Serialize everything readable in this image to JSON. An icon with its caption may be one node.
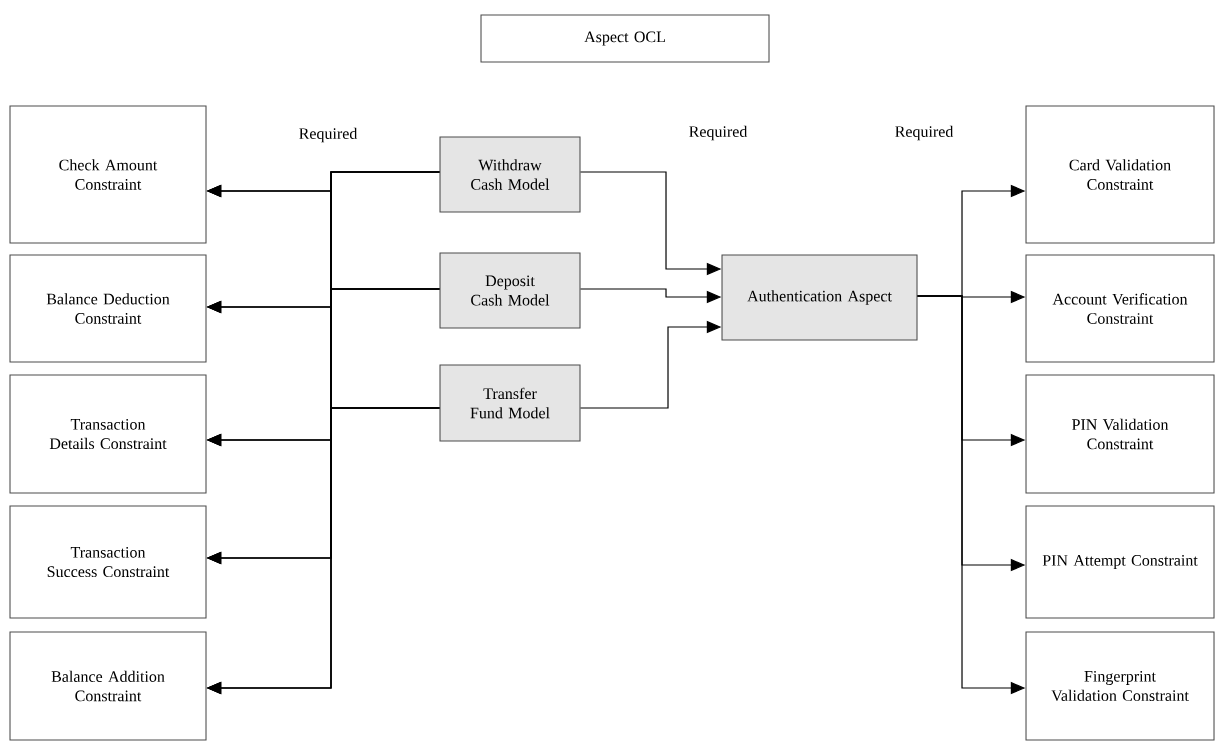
{
  "diagram": {
    "nodes": [
      {
        "text": [
          "Aspect OCL"
        ]
      },
      {
        "text": [
          "Check Amount Constraint"
        ]
      },
      {
        "text": [
          "Balance Deduction Constraint"
        ]
      },
      {
        "text": [
          "Transaction Details Constraint"
        ]
      },
      {
        "text": [
          "Transaction Success Constraint"
        ]
      },
      {
        "text": [
          "Balance Addition Constraint"
        ]
      },
      {
        "text": [
          "Withdraw Cash Model"
        ]
      },
      {
        "text": [
          "Deposit Cash Model"
        ]
      },
      {
        "text": [
          "Transfer Fund Model"
        ]
      },
      {
        "text": [
          "Authentication Aspect"
        ]
      },
      {
        "text": [
          "Card Validation Constraint"
        ]
      },
      {
        "text": [
          "Account Verification Constraint"
        ]
      },
      {
        "text": [
          "PIN Validation Constraint"
        ]
      },
      {
        "text": [
          "PIN Attempt Constraint"
        ]
      },
      {
        "text": [
          "Fingerprint Validation Constraint"
        ]
      }
    ],
    "edges": [
      {
        "from": 6,
        "to": 1,
        "arrow": "to"
      },
      {
        "from": 6,
        "to": 2,
        "arrow": "to"
      },
      {
        "from": 6,
        "to": 3,
        "arrow": "to"
      },
      {
        "from": 6,
        "to": 4,
        "arrow": "to"
      },
      {
        "from": 6,
        "to": 5,
        "arrow": "to"
      },
      {
        "from": 7,
        "to": 1,
        "arrow": "to"
      },
      {
        "from": 7,
        "to": 2,
        "arrow": "to"
      },
      {
        "from": 7,
        "to": 3,
        "arrow": "to"
      },
      {
        "from": 7,
        "to": 4,
        "arrow": "to"
      },
      {
        "from": 7,
        "to": 5,
        "arrow": "to"
      },
      {
        "from": 8,
        "to": 1,
        "arrow": "to"
      },
      {
        "from": 8,
        "to": 2,
        "arrow": "to"
      },
      {
        "from": 8,
        "to": 3,
        "arrow": "to"
      },
      {
        "from": 8,
        "to": 4,
        "arrow": "to"
      },
      {
        "from": 8,
        "to": 5,
        "arrow": "to"
      },
      {
        "from": 6,
        "to": 9,
        "arrow": "to"
      },
      {
        "from": 7,
        "to": 9,
        "arrow": "to"
      },
      {
        "from": 8,
        "to": 9,
        "arrow": "to"
      },
      {
        "from": 9,
        "to": 10,
        "arrow": "to"
      },
      {
        "from": 9,
        "to": 11,
        "arrow": "to"
      },
      {
        "from": 9,
        "to": 12,
        "arrow": "to"
      },
      {
        "from": 9,
        "to": 13,
        "arrow": "to"
      },
      {
        "from": 9,
        "to": 14,
        "arrow": "to"
      }
    ],
    "labels": [
      "Required",
      "Required",
      "Required"
    ]
  }
}
